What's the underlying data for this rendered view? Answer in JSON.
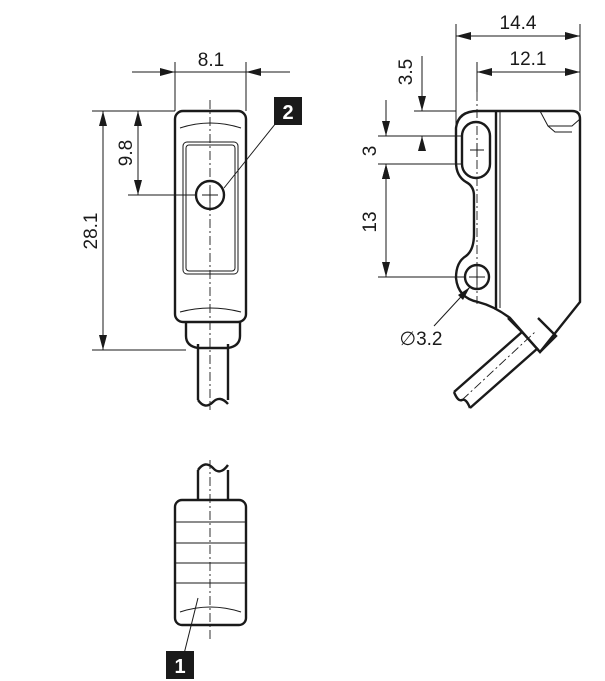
{
  "dimensions": {
    "front_width": "8.1",
    "front_height": "28.1",
    "lens_offset": "9.8",
    "side_width": "14.4",
    "side_body_width": "12.1",
    "hole_top_offset": "3.5",
    "slot_height": "3",
    "hole_spacing": "13",
    "hole_diameter": "∅3.2"
  },
  "callouts": {
    "lens": "2",
    "cable_end": "1"
  }
}
